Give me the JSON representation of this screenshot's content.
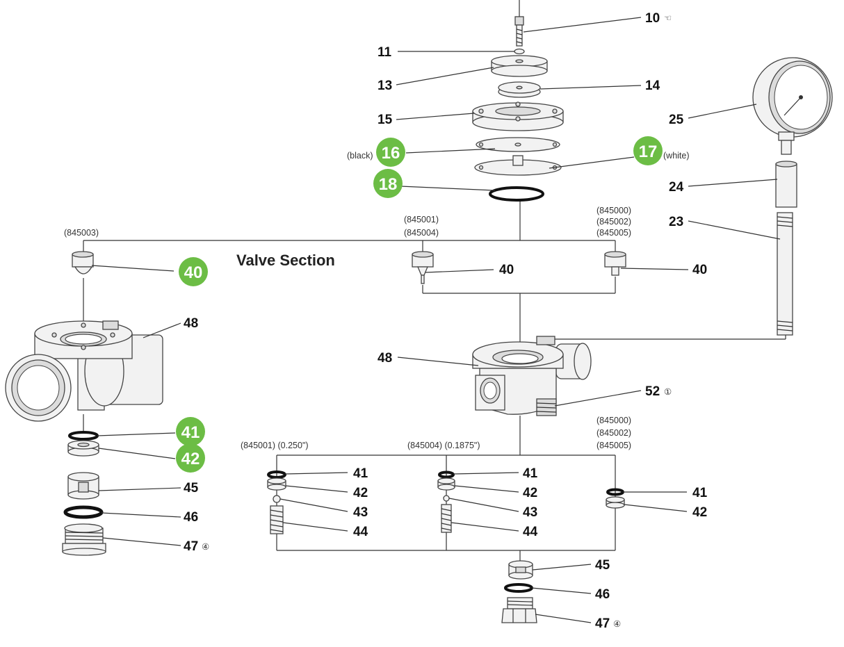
{
  "section_title": "Valve Section",
  "highlight_color": "#6cbd45",
  "labels": {
    "p10": "10",
    "p11": "11",
    "p13": "13",
    "p14": "14",
    "p15": "15",
    "p16": "16",
    "p17": "17",
    "p18": "18",
    "p23": "23",
    "p24": "24",
    "p25": "25",
    "p40a": "40",
    "p40b": "40",
    "p40c": "40",
    "p48a": "48",
    "p48b": "48",
    "p52": "52",
    "p41a": "41",
    "p42a": "42",
    "p45a": "45",
    "p46a": "46",
    "p47a": "47",
    "p41b": "41",
    "p42b": "42",
    "p43b": "43",
    "p44b": "44",
    "p41c": "41",
    "p42c": "42",
    "p43c": "43",
    "p44c": "44",
    "p41d": "41",
    "p42d": "42",
    "p45b": "45",
    "p46b": "46",
    "p47b": "47"
  },
  "marks": {
    "hand": "☜",
    "circled_one": "①",
    "circled_four": "④"
  },
  "annotations": {
    "black": "(black)",
    "white": "(white)",
    "m845003": "(845003)",
    "m845001": "(845001)",
    "m845004": "(845004)",
    "m845000": "(845000)",
    "m845002": "(845002)",
    "m845005": "(845005)",
    "b845001": "(845001) (0.250\")",
    "b845004": "(845004) (0.1875\")",
    "b845000": "(845000)",
    "b845002": "(845002)",
    "b845005": "(845005)"
  }
}
